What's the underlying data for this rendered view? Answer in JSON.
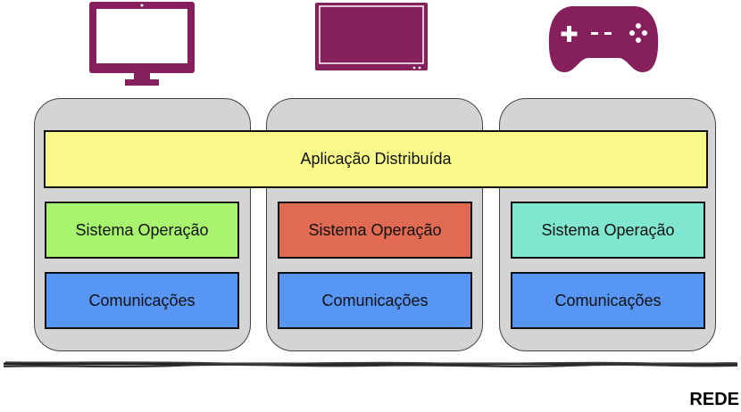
{
  "devices": [
    {
      "icon": "computer-monitor-icon"
    },
    {
      "icon": "tv-screen-icon"
    },
    {
      "icon": "game-controller-icon"
    }
  ],
  "distributed_app": {
    "label": "Aplicação Distribuída",
    "color": "#f8f988"
  },
  "nodes": [
    {
      "os_label": "Sistema Operação",
      "os_color": "#a9f46e",
      "comm_label": "Comunicações",
      "comm_color": "#5796f4"
    },
    {
      "os_label": "Sistema Operação",
      "os_color": "#e06a52",
      "comm_label": "Comunicações",
      "comm_color": "#5796f4"
    },
    {
      "os_label": "Sistema Operação",
      "os_color": "#80e6cf",
      "comm_label": "Comunicações",
      "comm_color": "#5796f4"
    }
  ],
  "network": {
    "label": "REDE"
  },
  "colors": {
    "device": "#85205d",
    "node_bg": "#d4d4d4"
  }
}
